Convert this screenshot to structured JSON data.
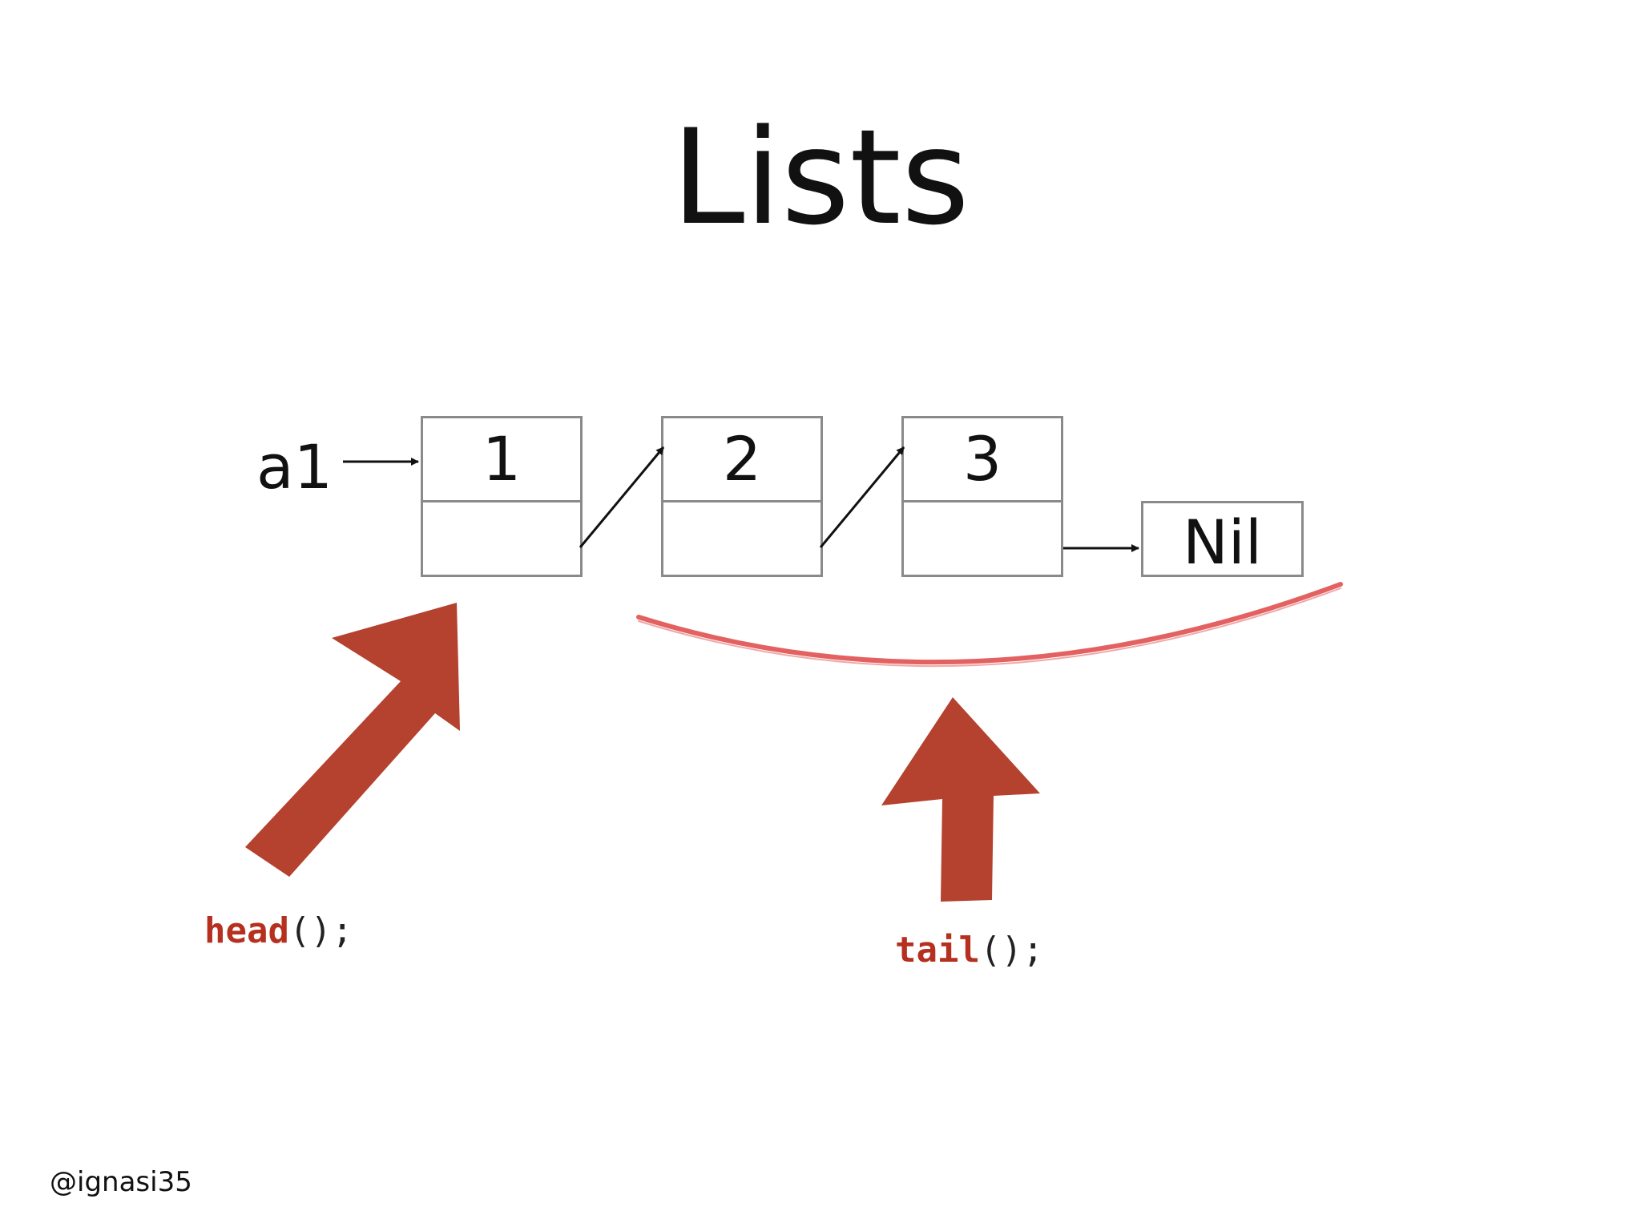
{
  "title": "Lists",
  "variable": "a1",
  "nodes": [
    "1",
    "2",
    "3"
  ],
  "nil_label": "Nil",
  "head_call": {
    "name": "head",
    "suffix": "();"
  },
  "tail_call": {
    "name": "tail",
    "suffix": "();"
  },
  "footer": "@ignasi35",
  "colors": {
    "arrow_fill": "#b5412f",
    "highlight": "#e05050",
    "code_keyword": "#b5301f"
  }
}
